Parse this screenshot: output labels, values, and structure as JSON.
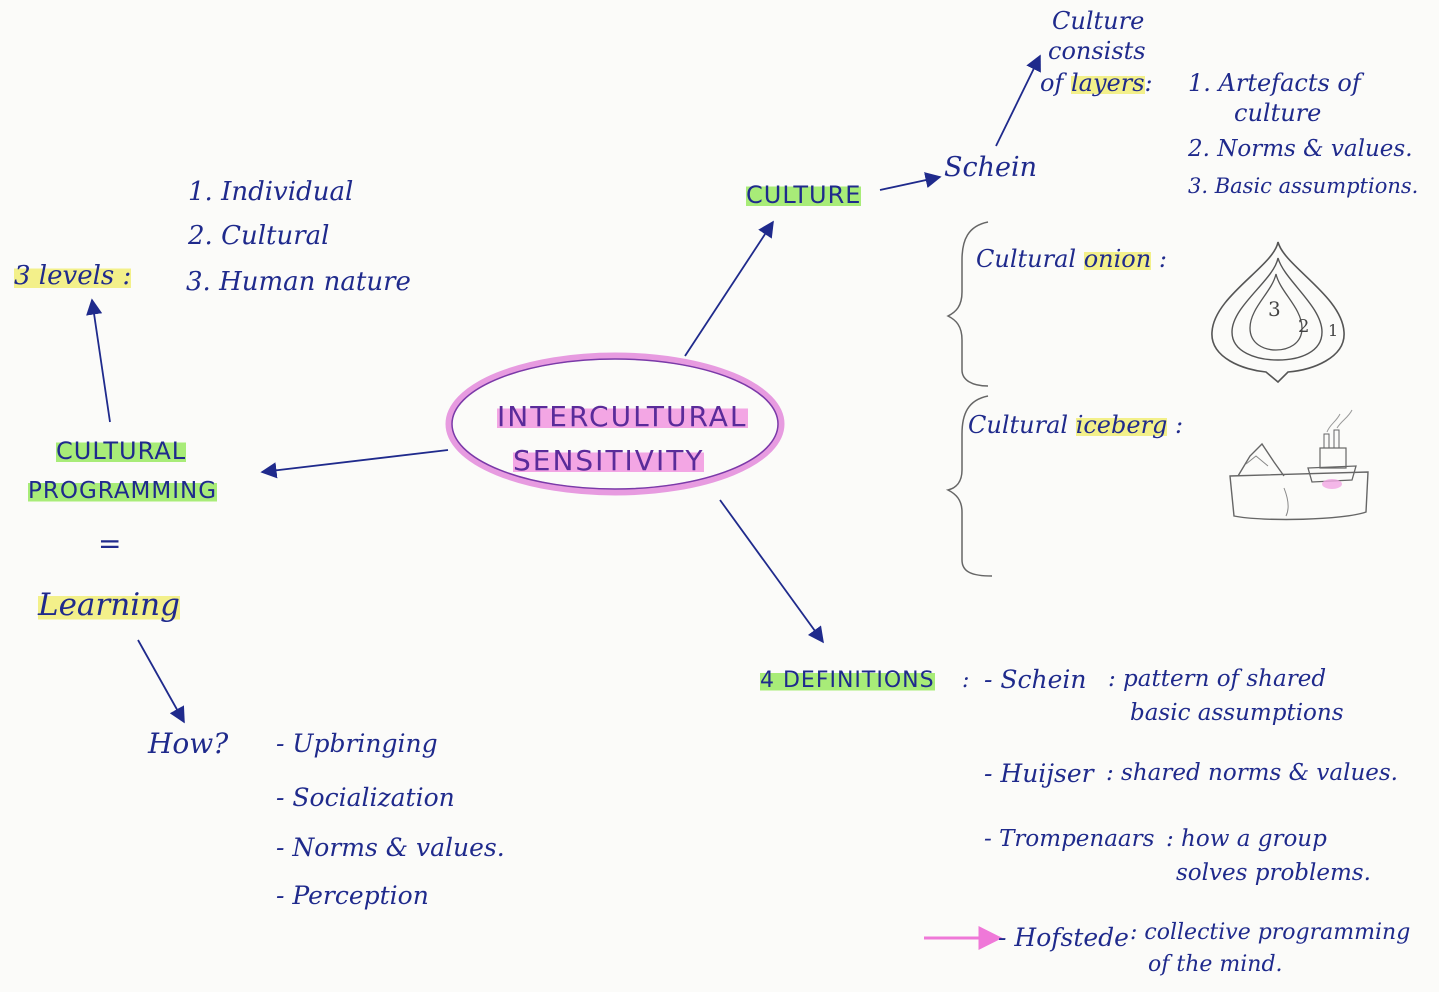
{
  "center": {
    "line1": "INTERCULTURAL",
    "line2": "SENSITIVITY"
  },
  "left": {
    "branch_label_line1": "CULTURAL",
    "branch_label_line2": "PROGRAMMING",
    "equals": "=",
    "learning": "Learning",
    "levels_label": "3 levels :",
    "levels": [
      "1. Individual",
      "2. Cultural",
      "3. Human nature"
    ],
    "how_label": "How?",
    "how_items": [
      "- Upbringing",
      "- Socialization",
      "- Norms & values.",
      "- Perception"
    ]
  },
  "culture": {
    "label": "CULTURE",
    "schein": "Schein",
    "layers_line1": "Culture",
    "layers_line2": "consists",
    "layers_line3_pre": "of ",
    "layers_line3_hl": "layers",
    "layers_colon": ":",
    "layers_items": [
      "1. Artefacts of",
      "culture",
      "2. Norms & values.",
      "3. Basic assumptions."
    ],
    "onion_pre": "Cultural ",
    "onion_hl": "onion",
    "onion_post": " :",
    "onion_numbers": [
      "3",
      "2",
      "1"
    ],
    "iceberg_pre": "Cultural ",
    "iceberg_hl": "iceberg",
    "iceberg_post": " :"
  },
  "definitions": {
    "label": "4 DEFINITIONS",
    "sep": ":",
    "items": [
      {
        "who": "- Schein",
        "what1": ": pattern of shared",
        "what2": "basic assumptions"
      },
      {
        "who": "- Huijser",
        "what1": ": shared norms & values.",
        "what2": ""
      },
      {
        "who": "- Trompenaars",
        "what1": ": how a group",
        "what2": "solves problems."
      },
      {
        "who": "- Hofstede",
        "what1": ": collective programming",
        "what2": "of the mind."
      }
    ]
  },
  "colors": {
    "ink": "#1f2a8c",
    "center_ink": "#5a2b9a",
    "highlight_green": "#a8ec78",
    "highlight_yellow": "#f3f08a",
    "highlight_pink": "#f3a6e4",
    "pencil": "#666666"
  }
}
